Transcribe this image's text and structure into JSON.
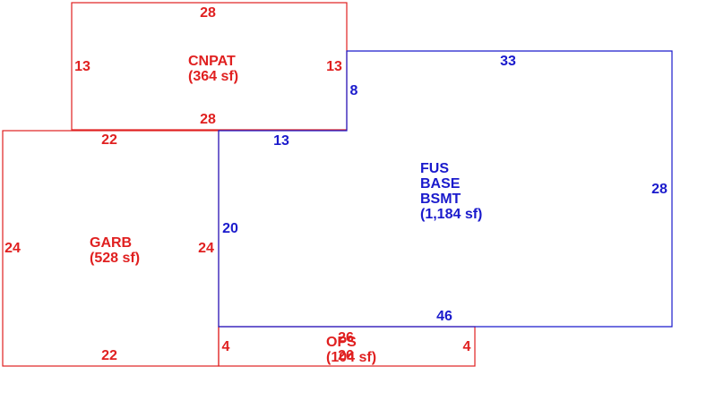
{
  "colors": {
    "garage_style": "#e02020",
    "living_style": "#1a1acc"
  },
  "areas": {
    "cnpat": {
      "code": "CNPAT",
      "area_label": "(364 sf)",
      "dims": {
        "top": "28",
        "bottom": "28",
        "left": "13",
        "right": "13"
      }
    },
    "fus": {
      "code_lines": [
        "FUS",
        "BASE",
        "BSMT"
      ],
      "area_label": "(1,184 sf)",
      "dims": {
        "top": "33",
        "upper_left": "8",
        "notch_top": "13",
        "left": "20",
        "right": "28",
        "bottom": "46"
      }
    },
    "garb": {
      "code": "GARB",
      "area_label": "(528 sf)",
      "dims": {
        "top": "22",
        "bottom": "22",
        "left": "24",
        "right": "24"
      }
    },
    "ops": {
      "code": "OPS",
      "area_label": "(104 sf)",
      "dims": {
        "top": "26",
        "bottom": "26",
        "left": "4",
        "right": "4"
      }
    }
  }
}
